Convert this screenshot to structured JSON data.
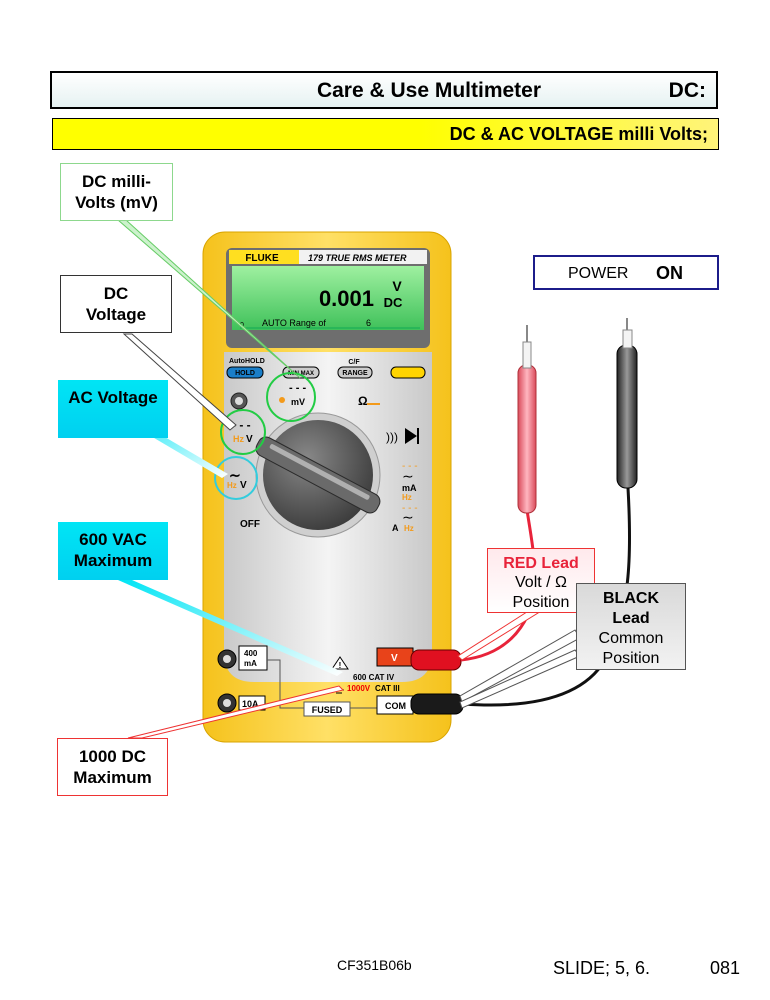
{
  "header": {
    "title": "Care & Use Multimeter",
    "section": "DC:"
  },
  "subheader": {
    "text": "DC & AC VOLTAGE milli Volts;"
  },
  "callouts": {
    "dc_millivolts": "DC milli-\nVolts (mV)",
    "dc_voltage": "DC\nVoltage",
    "ac_voltage": "AC Voltage",
    "vac_600": "600 VAC\nMaximum",
    "dc_1000": "1000 DC\nMaximum",
    "red_lead_title": "RED Lead",
    "red_lead_body": "Volt / Ω\nPosition",
    "black_lead_title": "BLACK\nLead",
    "black_lead_body": "Common\nPosition"
  },
  "power": {
    "label": "POWER",
    "state": "ON"
  },
  "meter": {
    "brand": "FLUKE",
    "model": "179 TRUE RMS METER",
    "reading": "0.001",
    "unit_top": "V",
    "unit_bottom": "DC",
    "auto_range": "AUTO Range of",
    "scale_start": "0",
    "scale_end": "6",
    "autohold_label": "AutoHOLD",
    "cf_label": "C/F",
    "btn_hold": "HOLD",
    "btn_minmax": "MIN MAX",
    "btn_range": "RANGE",
    "dial_mv": "mV",
    "dial_hz_left": "Hz",
    "dial_v": "V",
    "dial_hz_ac": "Hz",
    "dial_v_ac": "V",
    "dial_off": "OFF",
    "dial_ohm": "Ω",
    "dial_ma": "mA",
    "dial_hz_ma": "Hz",
    "dial_a": "A",
    "dial_hz_a": "Hz",
    "jack_400ma": "400\nmA",
    "jack_10a": "10A",
    "fused": "FUSED",
    "cat_600": "600 CAT IV",
    "cat_1000_v": "1000V",
    "cat_1000_cat": "CAT III",
    "com": "COM",
    "vjack": "V"
  },
  "footer": {
    "code": "CF351B06b",
    "slide": "SLIDE; 5, 6.",
    "page": "081"
  },
  "colors": {
    "title_yellow": "#ffff00",
    "meter_yellow": "#f7cf2a",
    "lcd_green": "#5ed06a",
    "red_lead": "#e23a4a",
    "cyan": "#00e5f5"
  }
}
